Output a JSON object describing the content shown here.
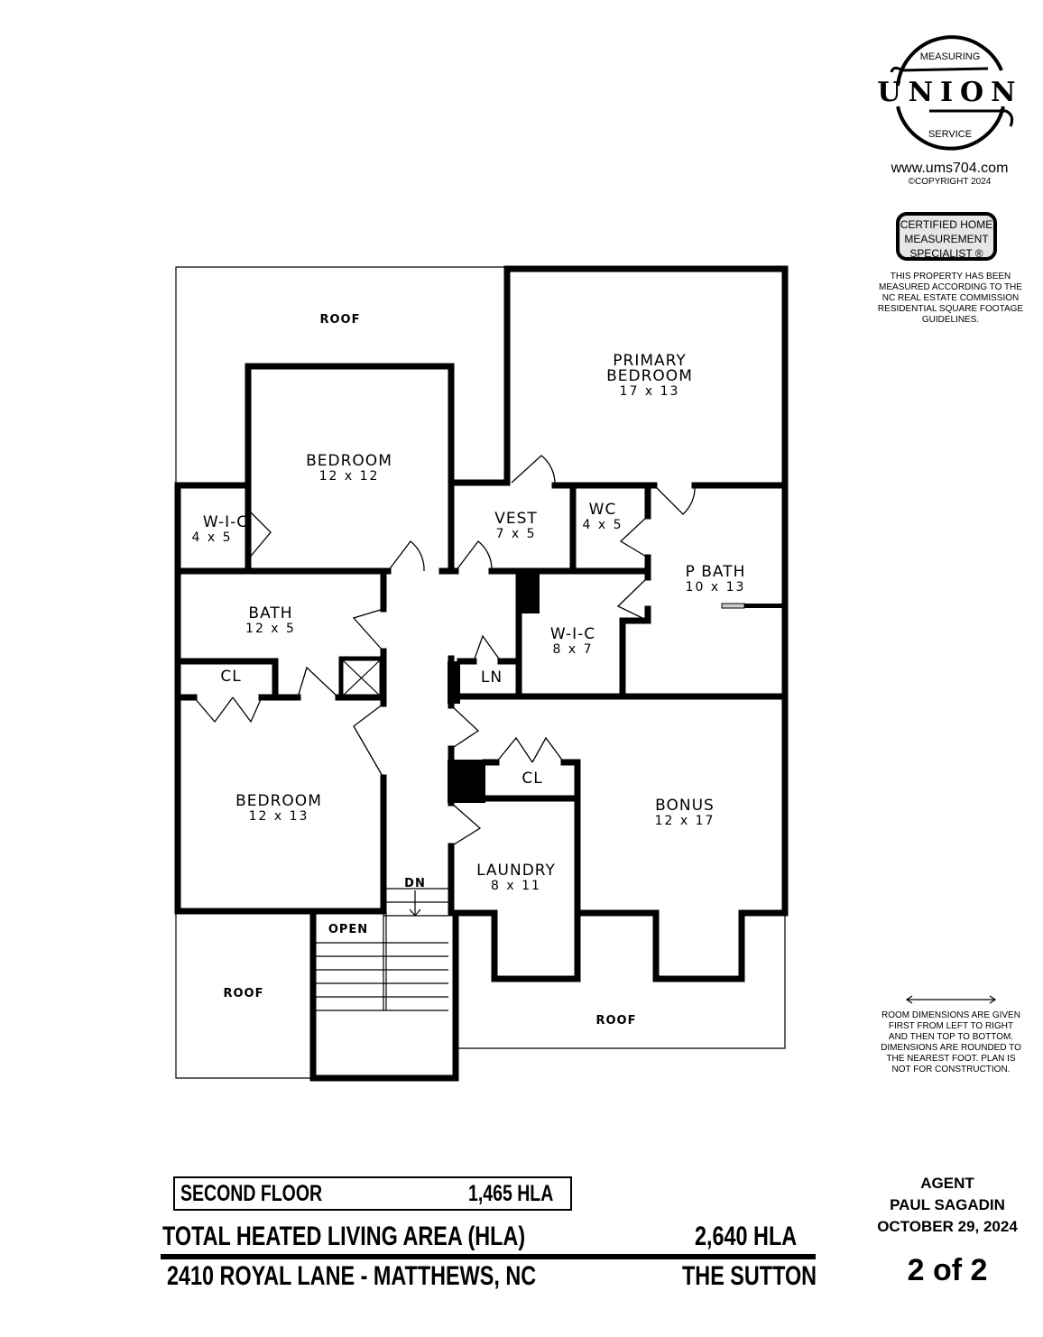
{
  "logo": {
    "top_text": "MEASURING",
    "main_text": "UNION",
    "bottom_text": "SERVICE"
  },
  "website": "www.ums704.com",
  "copyright": "©COPYRIGHT 2024",
  "certification": {
    "line1": "CERTIFIED HOME",
    "line2": "MEASUREMENT",
    "line3": "SPECIALIST ®"
  },
  "measurement_note": "THIS PROPERTY HAS BEEN MEASURED ACCORDING TO THE NC REAL ESTATE COMMISSION RESIDENTIAL SQUARE FOOTAGE GUIDELINES.",
  "dimension_note": "ROOM DIMENSIONS ARE GIVEN FIRST FROM LEFT TO RIGHT AND THEN TOP TO BOTTOM. DIMENSIONS ARE ROUNDED TO THE NEAREST FOOT. PLAN IS NOT FOR CONSTRUCTION.",
  "rooms": {
    "roof_top": "ROOF",
    "roof_left": "ROOF",
    "roof_right": "ROOF",
    "primary_bedroom": {
      "name1": "PRIMARY",
      "name2": "BEDROOM",
      "dims": "17 x 13"
    },
    "bedroom1": {
      "name": "BEDROOM",
      "dims": "12 x 12"
    },
    "wic1": {
      "name": "W-I-C",
      "dims": "4 x 5"
    },
    "vest": {
      "name": "VEST",
      "dims": "7 x 5"
    },
    "wc": {
      "name": "WC",
      "dims": "4 x 5"
    },
    "pbath": {
      "name": "P BATH",
      "dims": "10 x 13"
    },
    "bath": {
      "name": "BATH",
      "dims": "12 x 5"
    },
    "wic2": {
      "name": "W-I-C",
      "dims": "8 x 7"
    },
    "ln": {
      "name": "LN"
    },
    "cl1": {
      "name": "CL"
    },
    "cl2": {
      "name": "CL"
    },
    "bedroom2": {
      "name": "BEDROOM",
      "dims": "12 x 13"
    },
    "bonus": {
      "name": "BONUS",
      "dims": "12 x 17"
    },
    "laundry": {
      "name": "LAUNDRY",
      "dims": "8 x 11"
    },
    "dn": "DN",
    "open": "OPEN"
  },
  "floor_summary": {
    "label": "SECOND FLOOR",
    "area": "1,465 HLA"
  },
  "total": {
    "label": "TOTAL HEATED LIVING AREA (HLA)",
    "area": "2,640 HLA"
  },
  "address": "2410 ROYAL LANE - MATTHEWS, NC",
  "model": "THE SUTTON",
  "agent": {
    "label": "AGENT",
    "name": "PAUL SAGADIN",
    "date": "OCTOBER 29, 2024"
  },
  "page": "2 of 2"
}
